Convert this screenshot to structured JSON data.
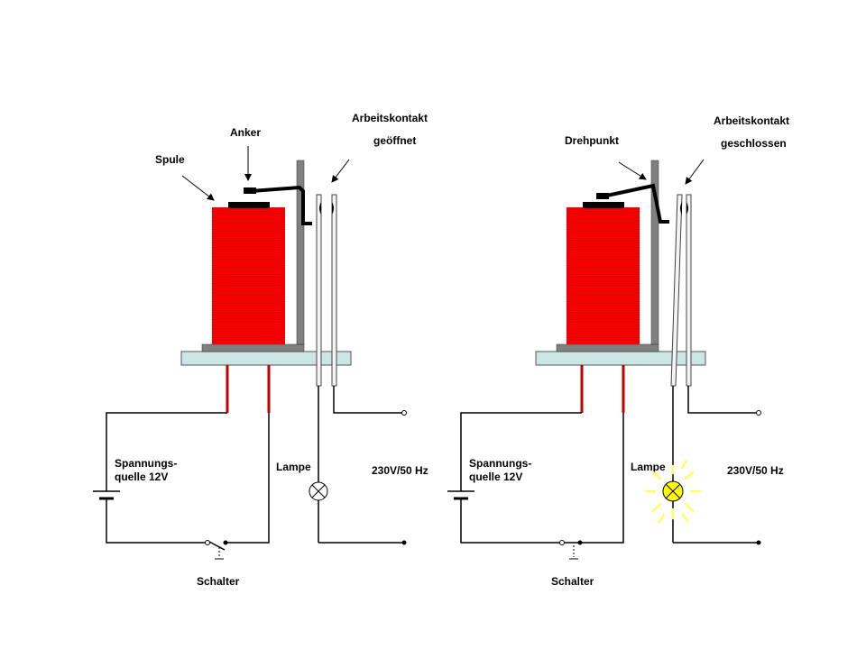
{
  "left": {
    "labels": {
      "anker": "Anker",
      "spule": "Spule",
      "contact_line1": "Arbeitskontakt",
      "contact_line2": "geöffnet",
      "source_line1": "Spannungs-",
      "source_line2": "quelle 12V",
      "lampe": "Lampe",
      "mains": "230V/50 Hz",
      "schalter": "Schalter"
    },
    "state": {
      "switch_closed": false,
      "contact_closed": false,
      "lamp_on": false
    }
  },
  "right": {
    "labels": {
      "drehpunkt": "Drehpunkt",
      "contact_line1": "Arbeitskontakt",
      "contact_line2": "geschlossen",
      "source_line1": "Spannungs-",
      "source_line2": "quelle 12V",
      "lampe": "Lampe",
      "mains": "230V/50 Hz",
      "schalter": "Schalter"
    },
    "state": {
      "switch_closed": true,
      "contact_closed": true,
      "lamp_on": true
    }
  },
  "colors": {
    "coil": "#ff0000",
    "coil_stripe": "#c00000",
    "base_plate": "#cce6e6",
    "core": "#808080",
    "lamp_on": "#ffff00",
    "lamp_rays": "#ffff66",
    "wire": "#000000"
  }
}
